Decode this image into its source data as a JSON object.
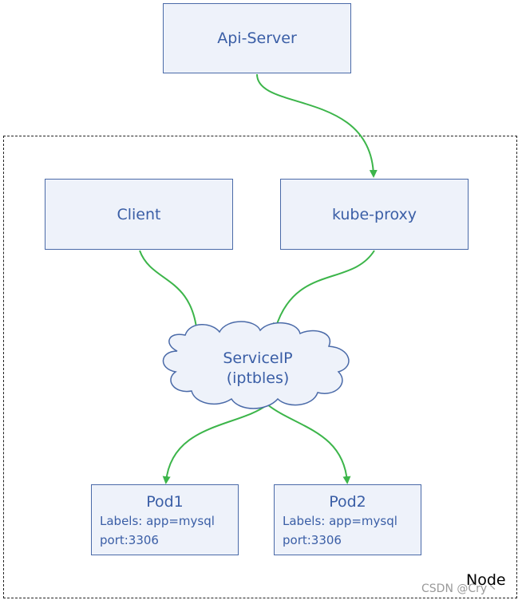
{
  "diagram": {
    "nodes": {
      "api_server": "Api-Server",
      "client": "Client",
      "kube_proxy": "kube-proxy",
      "service_ip_line1": "ServiceIP",
      "service_ip_line2": "(iptbles)",
      "pod1": {
        "title": "Pod1",
        "labels": "Labels: app=mysql",
        "port": "port:3306"
      },
      "pod2": {
        "title": "Pod2",
        "labels": "Labels: app=mysql",
        "port": "port:3306"
      }
    },
    "group_label": "Node",
    "watermark": "CSDN @Cry丶",
    "edges": [
      [
        "Api-Server",
        "kube-proxy"
      ],
      [
        "Client",
        "ServiceIP"
      ],
      [
        "kube-proxy",
        "ServiceIP"
      ],
      [
        "ServiceIP",
        "Pod1"
      ],
      [
        "ServiceIP",
        "Pod2"
      ]
    ],
    "colors": {
      "box_fill": "#eef2fa",
      "box_border": "#4a6aa8",
      "text": "#3a5ea6",
      "arrow": "#3cb54a"
    }
  }
}
